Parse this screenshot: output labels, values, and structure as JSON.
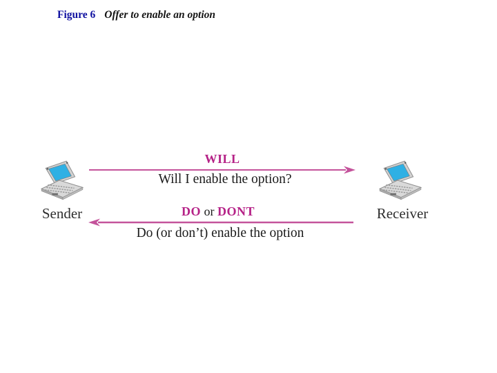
{
  "slide": {
    "background_color": "#ffffff"
  },
  "figure_header": {
    "label": "Figure 6",
    "caption": "Offer to enable an option",
    "label_color": "#0f10a0",
    "caption_color": "#141414"
  },
  "diagram": {
    "accent_color": "#b52287",
    "arrow_color": "#c4539b",
    "laptop_screen_color": "#2fb0e4",
    "endpoints": {
      "sender": {
        "label": "Sender",
        "icon": "laptop-icon"
      },
      "receiver": {
        "label": "Receiver",
        "icon": "laptop-icon"
      }
    },
    "messages": [
      {
        "keyword": "WILL",
        "description": "Will I enable the option?",
        "direction": "sender-to-receiver"
      },
      {
        "keyword_parts": [
          {
            "text": "DO",
            "accent": true
          },
          {
            "text": " or ",
            "accent": false
          },
          {
            "text": "DONT",
            "accent": true
          }
        ],
        "description": "Do (or don’t) enable the option",
        "direction": "receiver-to-sender"
      }
    ]
  }
}
